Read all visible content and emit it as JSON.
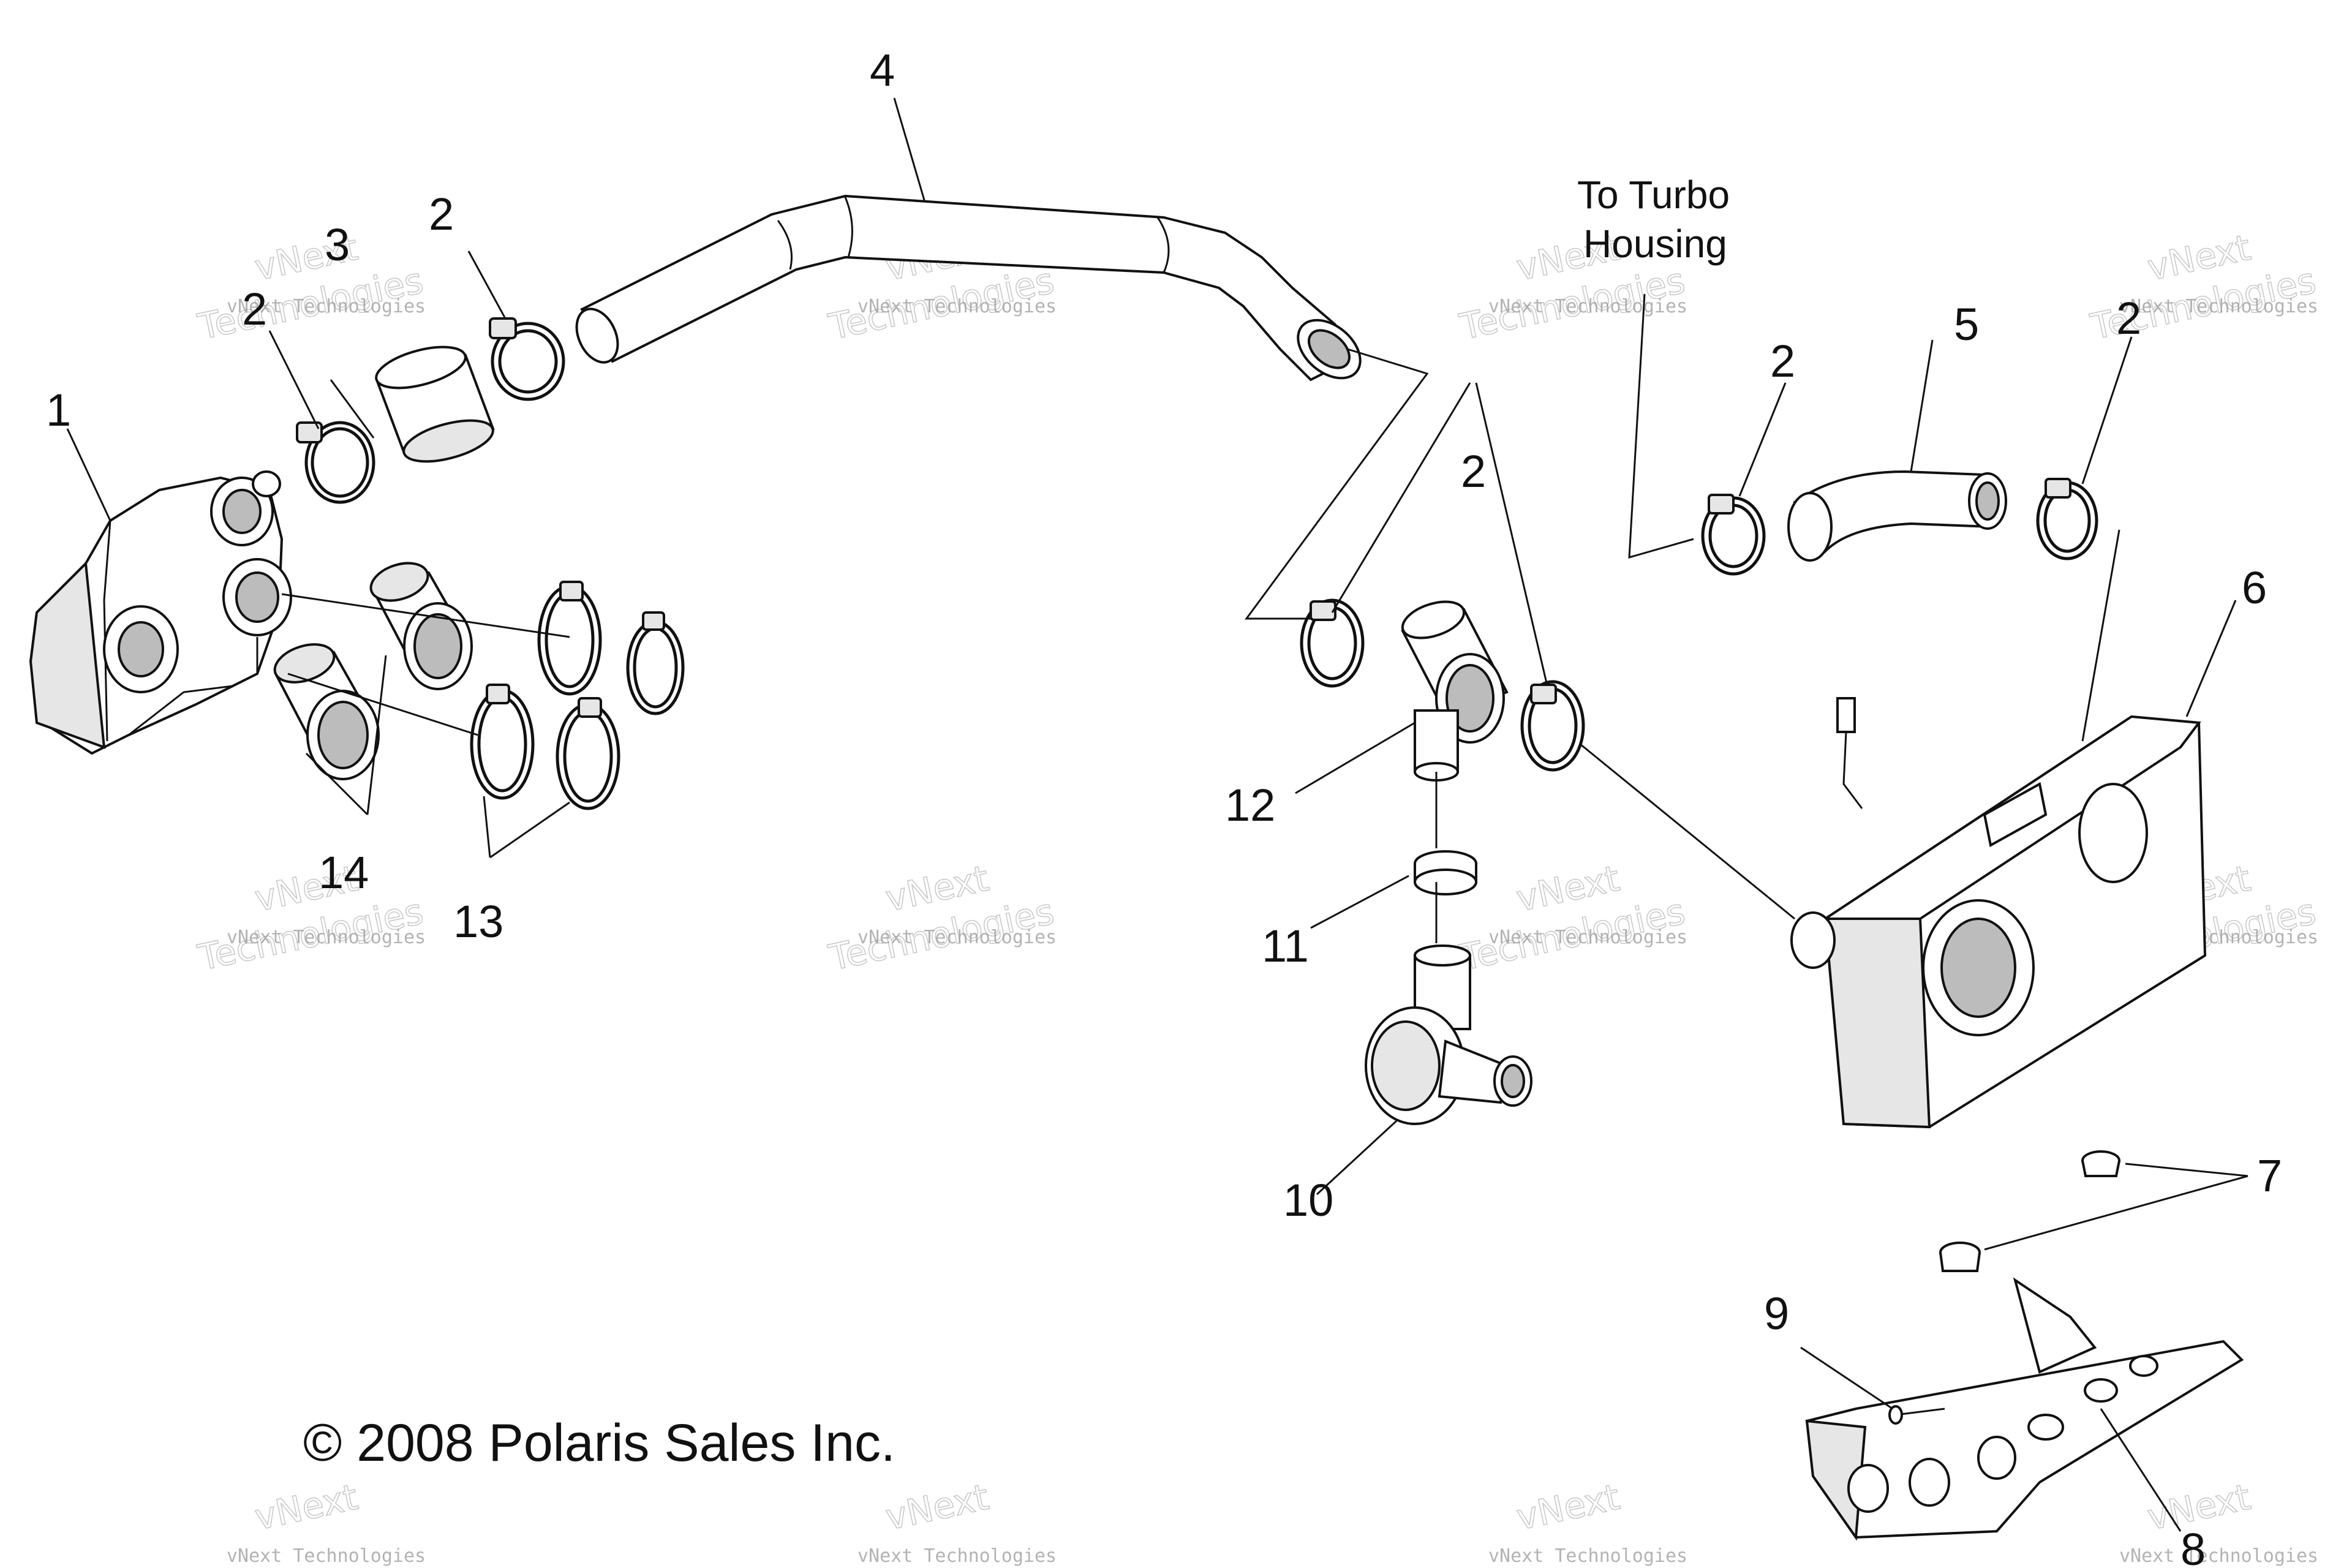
{
  "callouts": {
    "c1": "1",
    "c2a": "2",
    "c2b": "2",
    "c2c": "2",
    "c2d": "2",
    "c2e": "2",
    "c3": "3",
    "c4": "4",
    "c5": "5",
    "c6": "6",
    "c7": "7",
    "c8": "8",
    "c9": "9",
    "c10": "10",
    "c11": "11",
    "c12": "12",
    "c13": "13",
    "c14": "14"
  },
  "note": {
    "line1": "To Turbo",
    "line2": "Housing"
  },
  "copyright": "© 2008 Polaris Sales Inc.",
  "watermark": {
    "brand": "vNext",
    "company": "vNext Technologies",
    "word": "Technologies"
  }
}
